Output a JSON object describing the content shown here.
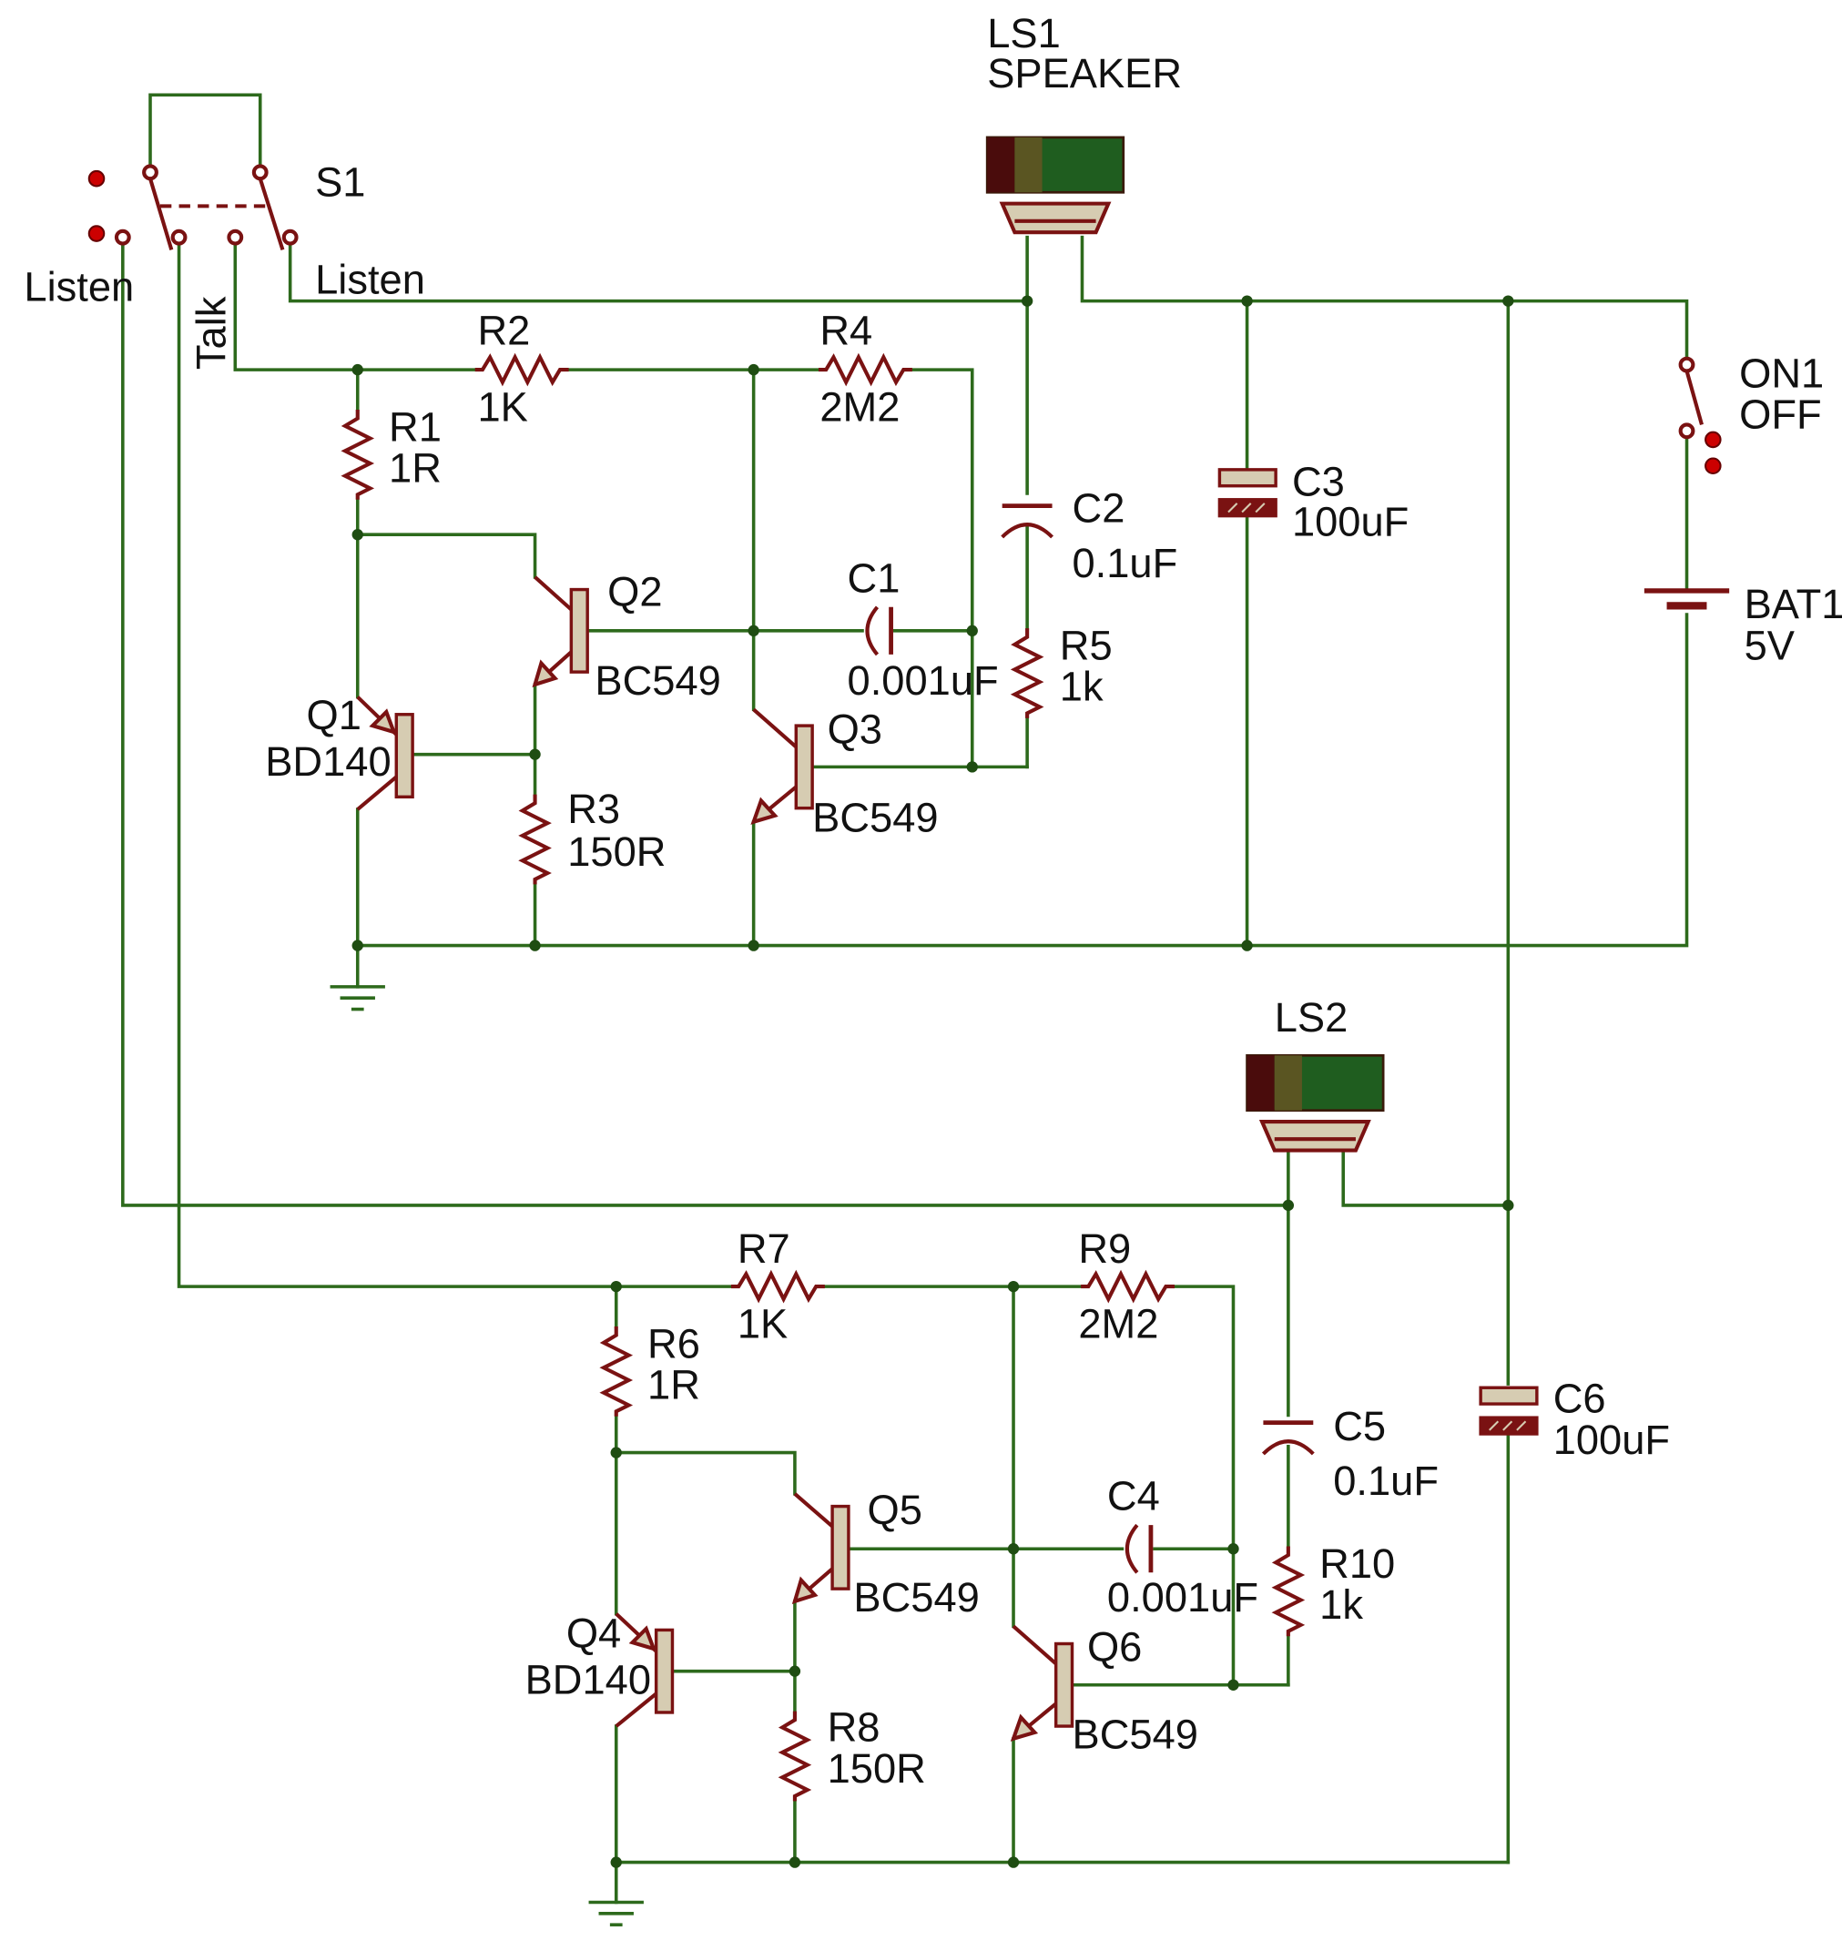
{
  "colors": {
    "wire": "#2d6a1c",
    "part": "#7a1212",
    "part_fill": "#d6ccb2",
    "junction": "#1f4d12",
    "text": "#111111"
  },
  "labels": {
    "ls1_ref": "LS1",
    "ls1_type": "SPEAKER",
    "s1_ref": "S1",
    "listen_left": "Listen",
    "talk": "Talk",
    "listen_right": "Listen",
    "on1_ref": "ON1",
    "on1_off": "OFF",
    "bat1_ref": "BAT1",
    "bat1_val": "5V",
    "r1_ref": "R1",
    "r1_val": "1R",
    "r2_ref": "R2",
    "r2_val": "1K",
    "r3_ref": "R3",
    "r3_val": "150R",
    "r4_ref": "R4",
    "r4_val": "2M2",
    "r5_ref": "R5",
    "r5_val": "1k",
    "c1_ref": "C1",
    "c1_val": "0.001uF",
    "c2_ref": "C2",
    "c2_val": "0.1uF",
    "c3_ref": "C3",
    "c3_val": "100uF",
    "q1_ref": "Q1",
    "q1_val": "BD140",
    "q2_ref": "Q2",
    "q2_val": "BC549",
    "q3_ref": "Q3",
    "q3_val": "BC549",
    "ls2_ref": "LS2",
    "r6_ref": "R6",
    "r6_val": "1R",
    "r7_ref": "R7",
    "r7_val": "1K",
    "r8_ref": "R8",
    "r8_val": "150R",
    "r9_ref": "R9",
    "r9_val": "2M2",
    "r10_ref": "R10",
    "r10_val": "1k",
    "c4_ref": "C4",
    "c4_val": "0.001uF",
    "c5_ref": "C5",
    "c5_val": "0.1uF",
    "c6_ref": "C6",
    "c6_val": "100uF",
    "q4_ref": "Q4",
    "q4_val": "BD140",
    "q5_ref": "Q5",
    "q5_val": "BC549",
    "q6_ref": "Q6",
    "q6_val": "BC549"
  }
}
